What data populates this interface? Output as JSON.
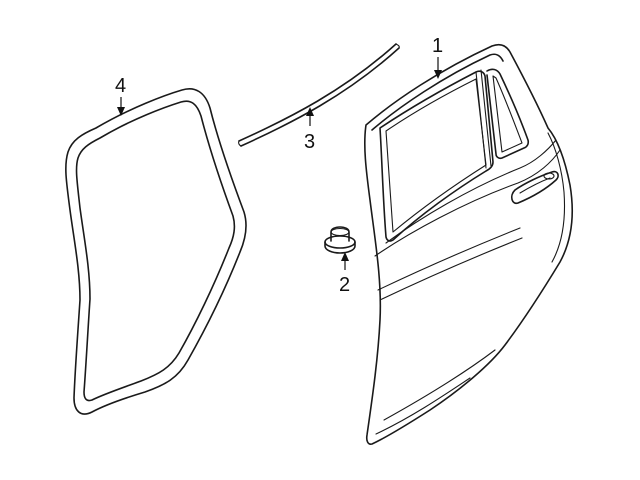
{
  "callouts": [
    {
      "id": "1",
      "label": "1",
      "part": "door-shell"
    },
    {
      "id": "2",
      "label": "2",
      "part": "grommet-plug"
    },
    {
      "id": "3",
      "label": "3",
      "part": "belt-weatherstrip"
    },
    {
      "id": "4",
      "label": "4",
      "part": "door-weatherstrip"
    }
  ],
  "colors": {
    "line": "#1a1a1a",
    "background": "#ffffff"
  }
}
